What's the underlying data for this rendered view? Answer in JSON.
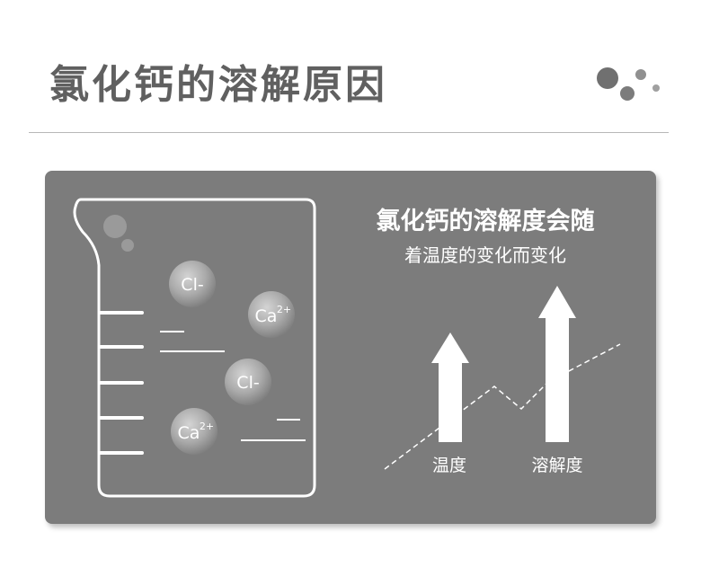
{
  "header": {
    "title": "氯化钙的溶解原因"
  },
  "panel": {
    "headline": "氯化钙的溶解度会随",
    "subline": "着温度的变化而变化",
    "ions": [
      {
        "symbol": "Cl-",
        "charge": ""
      },
      {
        "symbol": "Ca",
        "charge": "2+"
      },
      {
        "symbol": "Cl-",
        "charge": ""
      },
      {
        "symbol": "Ca",
        "charge": "2+"
      }
    ],
    "arrows": [
      {
        "label": "温度",
        "level": 0.55
      },
      {
        "label": "溶解度",
        "level": 0.8
      }
    ]
  },
  "colors": {
    "title": "#606060",
    "panel_background": "#7c7c7c",
    "foreground": "#ffffff",
    "divider": "#b8b8b8"
  }
}
